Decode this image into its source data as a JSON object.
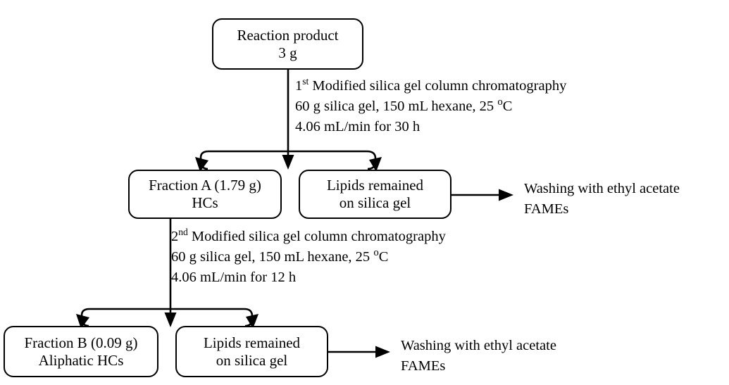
{
  "diagram": {
    "title": "Modified silica gel column chromatography fractionation scheme",
    "colors": {
      "stroke": "#000000",
      "background": "#ffffff",
      "text": "#000000"
    },
    "nodes": [
      {
        "id": "reaction-product",
        "line1": "Reaction product",
        "line2": "3 g"
      },
      {
        "id": "fraction-a",
        "line1": "Fraction A (1.79 g)",
        "line2": "HCs"
      },
      {
        "id": "lipids-remained-1",
        "line1": "Lipids remained",
        "line2": "on silica gel"
      },
      {
        "id": "fraction-b",
        "line1": "Fraction B (0.09 g)",
        "line2": "Aliphatic HCs"
      },
      {
        "id": "lipids-remained-2",
        "line1": "Lipids remained",
        "line2": "on silica gel"
      }
    ],
    "annotations": {
      "step1": {
        "ordinal": "1",
        "ordinal_suffix": "st",
        "line1_rest": " Modified silica gel column chromatography",
        "line2_a": "60 g silica gel, 150 mL hexane, 25 ",
        "line2_deg": "o",
        "line2_b": "C",
        "line3": "4.06 mL/min for 30 h"
      },
      "step2": {
        "ordinal": "2",
        "ordinal_suffix": "nd",
        "line1_rest": " Modified silica gel column chromatography",
        "line2_a": "60 g silica gel, 150 mL hexane, 25 ",
        "line2_deg": "o",
        "line2_b": "C",
        "line3": "4.06 mL/min for 12 h"
      },
      "washing1": {
        "line1": "Washing with ethyl acetate",
        "line2": "FAMEs"
      },
      "washing2": {
        "line1": "Washing with ethyl acetate",
        "line2": "FAMEs"
      }
    }
  }
}
